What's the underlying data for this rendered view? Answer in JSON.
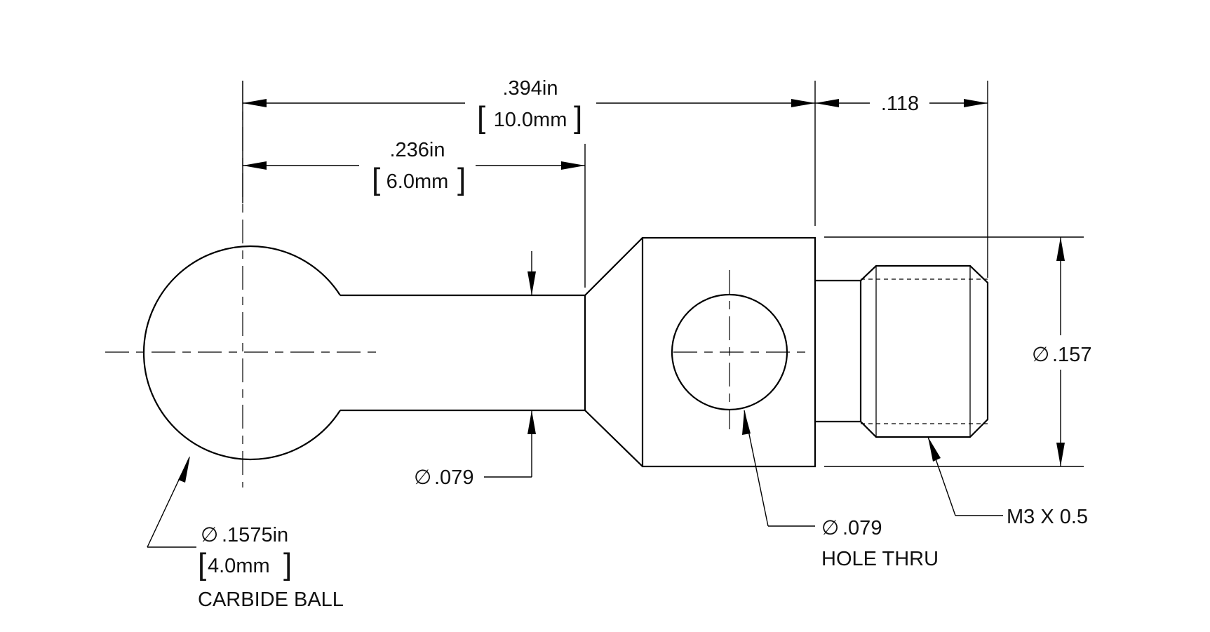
{
  "dimensions": {
    "overall_length": {
      "in": ".394in",
      "mm": "10.0mm"
    },
    "ball_to_shoulder": {
      "in": ".236in",
      "mm": "6.0mm"
    },
    "thread_length": ".118",
    "thread_od": ".157",
    "neck_dia": ".079"
  },
  "callouts": {
    "ball": {
      "dia": ".1575in",
      "mm": "4.0mm",
      "note": "CARBIDE BALL"
    },
    "hole": {
      "dia": ".079",
      "note": "HOLE THRU"
    },
    "thread": {
      "spec": "M3 X 0.5"
    }
  },
  "symbols": {
    "diameter": "∅",
    "bracket_open": "[",
    "bracket_close": "]"
  }
}
